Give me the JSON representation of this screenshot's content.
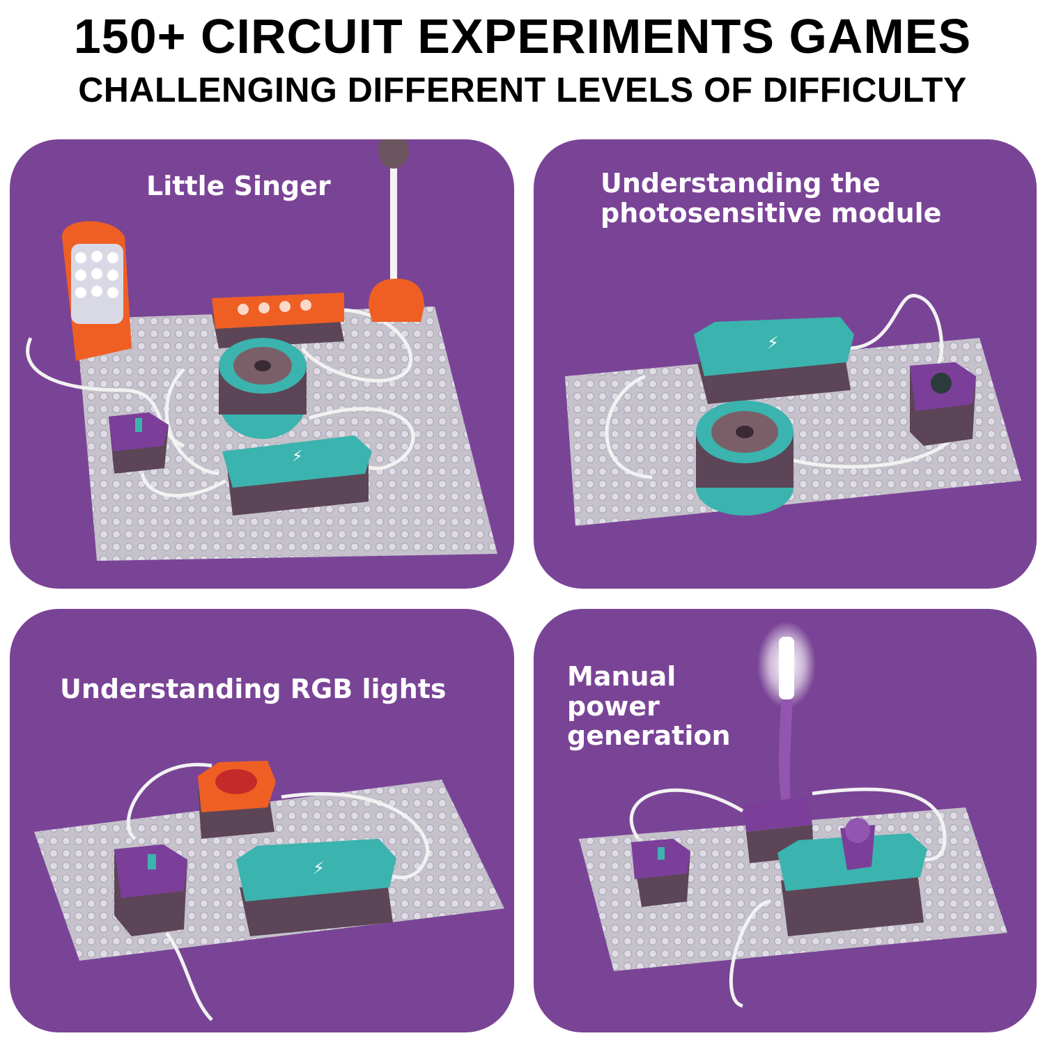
{
  "header": {
    "title": "150+ CIRCUIT EXPERIMENTS GAMES",
    "subtitle": "CHALLENGING DIFFERENT LEVELS OF DIFFICULTY"
  },
  "panels": [
    {
      "lines": [
        "Little Singer"
      ]
    },
    {
      "lines": [
        "Understanding the",
        "photosensitive module"
      ]
    },
    {
      "lines": [
        "Understanding RGB lights"
      ]
    },
    {
      "lines": [
        "Manual",
        "power",
        "generation"
      ]
    }
  ],
  "colors": {
    "panel": "#7a4496",
    "teal": "#3bb3ae",
    "orange": "#ef5f24",
    "module_purple": "#7b3f9a",
    "smoked_case": "#5c4556"
  }
}
